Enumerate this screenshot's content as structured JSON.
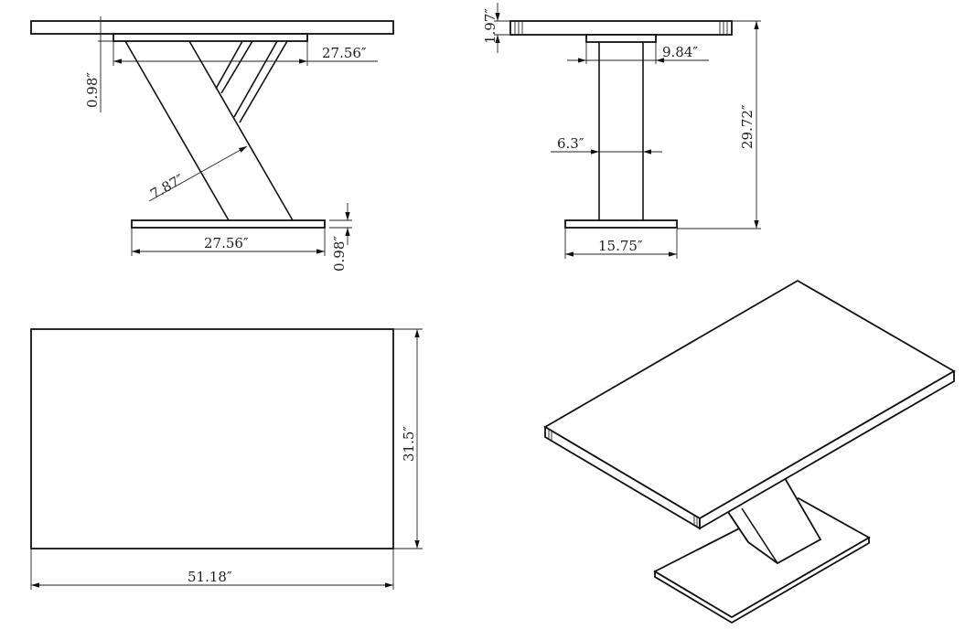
{
  "drawing": {
    "front_view": {
      "apron_width": "27.56″",
      "top_thickness": "0.98″",
      "leg_width": "7.87″",
      "base_width": "27.56″",
      "base_thickness": "0.98″"
    },
    "side_view": {
      "top_thickness": "1.97″",
      "apron_depth": "9.84″",
      "column_width": "6.3″",
      "total_height": "29.72″",
      "base_depth": "15.75″"
    },
    "top_view": {
      "depth": "31.5″",
      "length": "51.18″"
    }
  }
}
